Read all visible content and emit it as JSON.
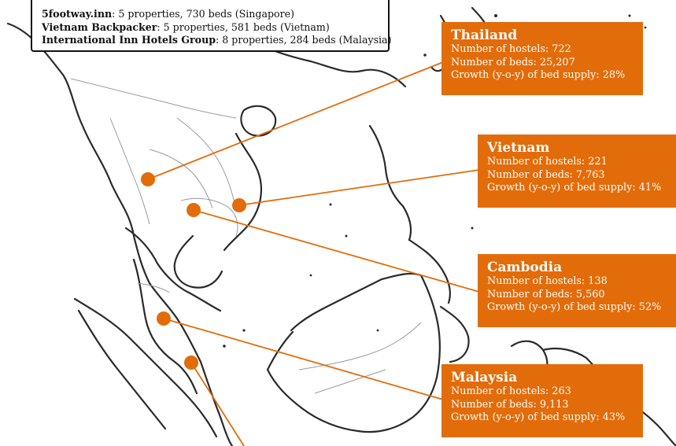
{
  "legend": {
    "lines": [
      {
        "name": "5footway.inn",
        "detail": ": 5 properties, 730 beds (Singapore)"
      },
      {
        "name": "Vietnam Backpacker",
        "detail": ": 5 properties, 581 beds (Vietnam)"
      },
      {
        "name": "International Inn Hotels Group",
        "detail": ": 8 properties, 284 beds (Malaysia)"
      }
    ]
  },
  "countries": {
    "thailand": {
      "name": "Thailand",
      "hostels": "Number of hostels: 722",
      "beds": "Number of beds: 25,207",
      "growth": "Growth (y-o-y) of bed supply: 28%"
    },
    "vietnam": {
      "name": "Vietnam",
      "hostels": "Number of hostels: 221",
      "beds": "Number of beds: 7,763",
      "growth": "Growth (y-o-y) of bed supply: 41%"
    },
    "cambodia": {
      "name": "Cambodia",
      "hostels": "Number of hostels: 138",
      "beds": "Number of beds: 5,560",
      "growth": "Growth (y-o-y) of bed supply: 52%"
    },
    "malaysia": {
      "name": "Malaysia",
      "hostels": "Number of hostels: 263",
      "beds": "Number of beds: 9,113",
      "growth": "Growth (y-o-y) of bed supply: 43%"
    }
  },
  "colors": {
    "accent": "#e36c0a",
    "coast": "#2a2a2a",
    "border": "#9a9a9a"
  }
}
